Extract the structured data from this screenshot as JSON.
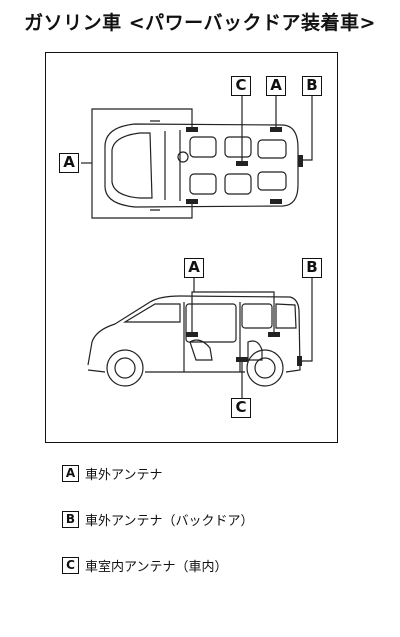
{
  "title": "ガソリン車 <パワーバックドア装着車>",
  "labels": {
    "a": "A",
    "b": "B",
    "c": "C"
  },
  "legend": [
    {
      "key": "A",
      "text": "車外アンテナ"
    },
    {
      "key": "B",
      "text": "車外アンテナ（バックドア）"
    },
    {
      "key": "C",
      "text": "車室内アンテナ（車内）"
    }
  ]
}
